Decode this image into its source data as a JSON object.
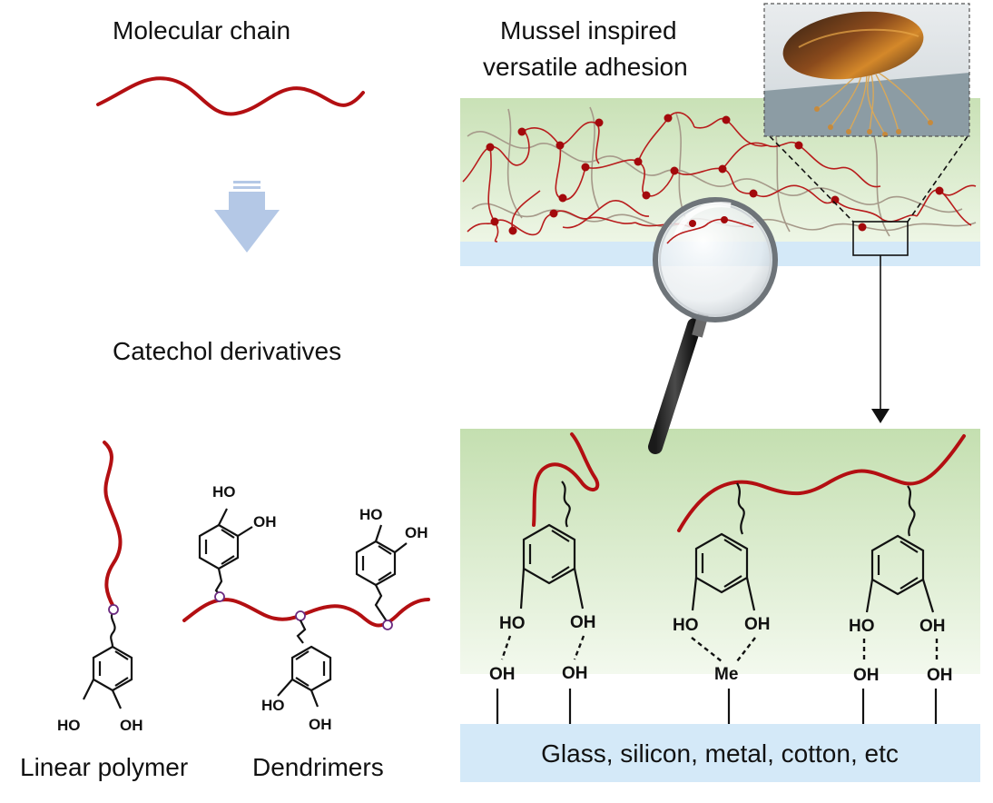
{
  "labels": {
    "molecular_chain": "Molecular chain",
    "catechol_derivatives": "Catechol derivatives",
    "mussel_line1": "Mussel inspired",
    "mussel_line2": "versatile adhesion",
    "linear_polymer": "Linear polymer",
    "dendrimers": "Dendrimers",
    "substrate": "Glass, silicon, metal, cotton, etc"
  },
  "chem": {
    "ho": "HO",
    "oh": "OH",
    "me": "Me"
  },
  "colors": {
    "chain": "#b30f12",
    "node": "#a3090c",
    "green_gradient_top": "#c9e1b6",
    "green_gradient_bottom": "#f2f8ec",
    "substrate_blue": "#d4e9f8",
    "arrow_blue": "#b4c8e6",
    "junction_purple": "#6b2a80"
  },
  "icons": {
    "down_arrow": "block-down-arrow-icon",
    "magnifier": "magnifying-glass-icon",
    "mussel": "mussel-photo"
  }
}
